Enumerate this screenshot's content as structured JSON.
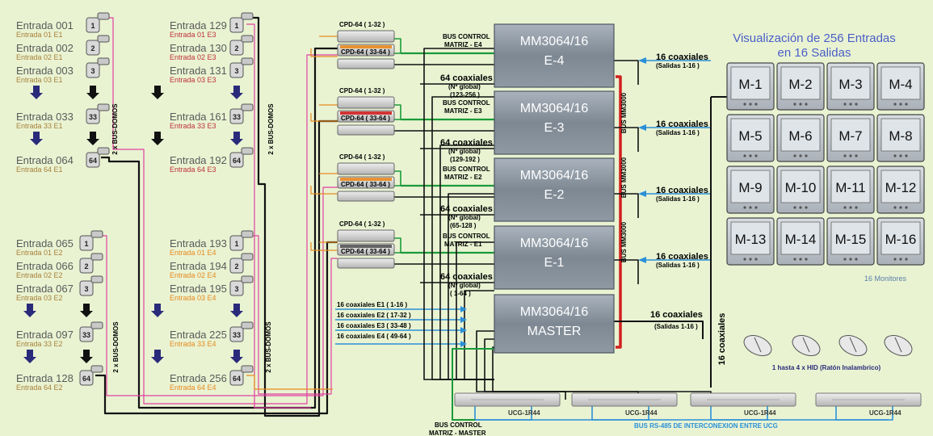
{
  "title": {
    "line1": "Visualización de 256 Entradas",
    "line2": "en 16 Salidas"
  },
  "colors": {
    "bg": "#e9f3d2",
    "title": "#4a5ec8",
    "sub1": "#a8803a",
    "sub2": "#c0303a",
    "green": "#1a9a3a",
    "blue": "#2a90d8",
    "orange": "#e88a20",
    "pink": "#e040a0",
    "red": "#d02020",
    "navy": "#2a2a7a"
  },
  "groups": [
    {
      "sub_color": "#a8803a",
      "inputs": [
        {
          "name": "Entrada 001",
          "sub": "Entrada 01 E1",
          "cam": "1"
        },
        {
          "name": "Entrada 002",
          "sub": "Entrada 02 E1",
          "cam": "2"
        },
        {
          "name": "Entrada 003",
          "sub": "Entrada 03 E1",
          "cam": "3"
        },
        {
          "name": "Entrada 033",
          "sub": "Entrada 33 E1",
          "cam": "33"
        },
        {
          "name": "Entrada 064",
          "sub": "Entrada 64 E1",
          "cam": "64"
        }
      ]
    },
    {
      "sub_color": "#c0303a",
      "inputs": [
        {
          "name": "Entrada 129",
          "sub": "Entrada 01 E3",
          "cam": "1"
        },
        {
          "name": "Entrada 130",
          "sub": "Entrada 02 E3",
          "cam": "2"
        },
        {
          "name": "Entrada 131",
          "sub": "Entrada 03 E3",
          "cam": "3"
        },
        {
          "name": "Entrada 161",
          "sub": "Entrada 33 E3",
          "cam": "33"
        },
        {
          "name": "Entrada 192",
          "sub": "Entrada 64 E3",
          "cam": "64"
        }
      ]
    },
    {
      "sub_color": "#a8803a",
      "inputs": [
        {
          "name": "Entrada 065",
          "sub": "Entrada 01 E2",
          "cam": "1"
        },
        {
          "name": "Entrada 066",
          "sub": "Entrada 02 E2",
          "cam": "2"
        },
        {
          "name": "Entrada 067",
          "sub": "Entrada 03 E2",
          "cam": "3"
        },
        {
          "name": "Entrada 097",
          "sub": "Entrada 33 E2",
          "cam": "33"
        },
        {
          "name": "Entrada 128",
          "sub": "Entrada 64 E2",
          "cam": "64"
        }
      ]
    },
    {
      "sub_color": "#e88a20",
      "inputs": [
        {
          "name": "Entrada 193",
          "sub": "Entrada 01 E4",
          "cam": "1"
        },
        {
          "name": "Entrada 194",
          "sub": "Entrada 02 E4",
          "cam": "2"
        },
        {
          "name": "Entrada 195",
          "sub": "Entrada 03 E4",
          "cam": "3"
        },
        {
          "name": "Entrada 225",
          "sub": "Entrada 33 E4",
          "cam": "33"
        },
        {
          "name": "Entrada 256",
          "sub": "Entrada 64 E4",
          "cam": "64"
        }
      ]
    }
  ],
  "bus_domos": "2 x BUS-DOMOS",
  "cpd_units": [
    {
      "label1": "CPD-64 ( 1-32 )",
      "label2": "CPD-64 ( 33-64 )",
      "color": "#e88a20",
      "bus": "BUS CONTROL",
      "bus2": "MATRIZ - E4"
    },
    {
      "label1": "CPD-64 ( 1-32 )",
      "label2": "CPD-64 ( 33-64 )",
      "color": "#d02020",
      "bus": "BUS CONTROL",
      "bus2": "MATRIZ - E3"
    },
    {
      "label1": "CPD-64 ( 1-32 )",
      "label2": "CPD-64 ( 33-64 )",
      "color": "#e88a20",
      "bus": "BUS CONTROL",
      "bus2": "MATRIZ - E2"
    },
    {
      "label1": "CPD-64 ( 1-32 )",
      "label2": "CPD-64 ( 33-64 )",
      "color": "#555555",
      "bus": "BUS CONTROL",
      "bus2": "MATRIZ - E1"
    }
  ],
  "matrices": [
    {
      "l1": "MM3064/16",
      "l2": "E-4"
    },
    {
      "l1": "MM3064/16",
      "l2": "E-3"
    },
    {
      "l1": "MM3064/16",
      "l2": "E-2"
    },
    {
      "l1": "MM3064/16",
      "l2": "E-1"
    },
    {
      "l1": "MM3064/16",
      "l2": "MASTER"
    }
  ],
  "coax_left": [
    {
      "a": "64 coaxiales",
      "b": "(Nº global)",
      "c": "(123-256 )"
    },
    {
      "a": "64 coaxiales",
      "b": "(Nº global)",
      "c": "(129-192 )"
    },
    {
      "a": "64 coaxiales",
      "b": "(Nº global)",
      "c": "(65-128 )"
    },
    {
      "a": "64 coaxiales",
      "b": "(Nº global)",
      "c": "( 1-64 )"
    }
  ],
  "coax_master_in": [
    "16 coaxiales E1 ( 1-16 )",
    "16 coaxiales E2 ( 17-32 )",
    "16 coaxiales E3 ( 33-48 )",
    "16 coaxiales E4 ( 49-64 )"
  ],
  "coax_right": {
    "a": "16 coaxiales",
    "b": "(Salidas 1-16 )"
  },
  "bus_mm": [
    "BUS MM3000",
    "BUS MM3000",
    "BUS MM3000"
  ],
  "monitors": [
    "M-1",
    "M-2",
    "M-3",
    "M-4",
    "M-5",
    "M-6",
    "M-7",
    "M-8",
    "M-9",
    "M-10",
    "M-11",
    "M-12",
    "M-13",
    "M-14",
    "M-15",
    "M-16"
  ],
  "monitors_caption": "16 Monitores",
  "vertical_coax": "16 coaxiales",
  "mice_caption": "1 hasta 4 x HID (Ratón Inalambrico)",
  "ucg_label": "UCG-1R44",
  "ucg_count": 4,
  "rs485": "BUS RS-485 DE INTERCONEXION ENTRE UCG",
  "bus_master": {
    "l1": "BUS CONTROL",
    "l2": "MATRIZ - MASTER"
  }
}
